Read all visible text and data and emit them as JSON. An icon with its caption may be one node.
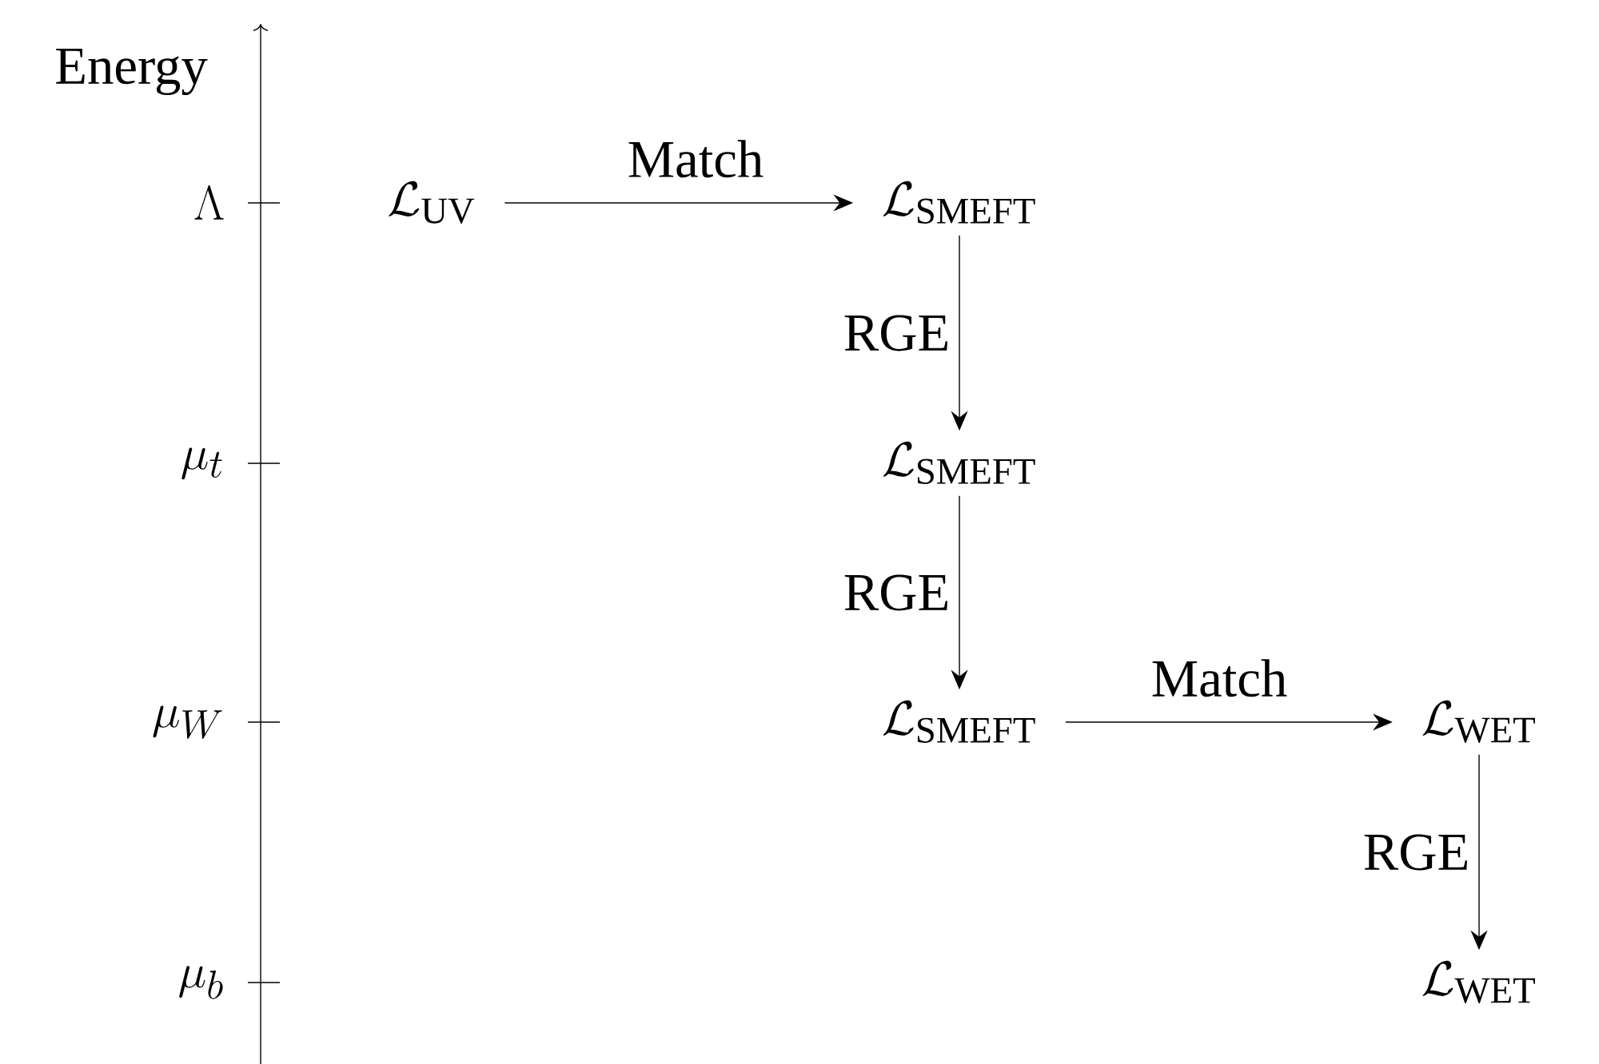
{
  "diagram": {
    "nodes": [
      {
        "text": [
          "\\mathcal{L}_{\\mathrm{UV}}"
        ]
      },
      {
        "text": [
          "\\mathcal{L}_{\\mathrm{SMEFT}}"
        ]
      },
      {
        "text": [
          "\\mathcal{L}_{\\mathrm{SMEFT}}"
        ]
      },
      {
        "text": [
          "\\mathcal{L}_{\\mathrm{SMEFT}}"
        ]
      },
      {
        "text": [
          "\\mathcal{L}_{\\mathrm{WET}}"
        ]
      },
      {
        "text": [
          "\\mathcal{L}_{\\mathrm{WET}}"
        ]
      }
    ],
    "edges": [
      {
        "from": 0,
        "to": 1,
        "arrow": "to",
        "label": "Match"
      },
      {
        "from": 1,
        "to": 2,
        "arrow": "to",
        "label": "RGE"
      },
      {
        "from": 2,
        "to": 3,
        "arrow": "to",
        "label": "RGE"
      },
      {
        "from": 3,
        "to": 4,
        "arrow": "to",
        "label": "Match"
      },
      {
        "from": 4,
        "to": 5,
        "arrow": "to",
        "label": "RGE"
      }
    ],
    "labels": [
      "Energy",
      "\\Lambda",
      "\\mu_t",
      "\\mu_W",
      "\\mu_b"
    ]
  }
}
